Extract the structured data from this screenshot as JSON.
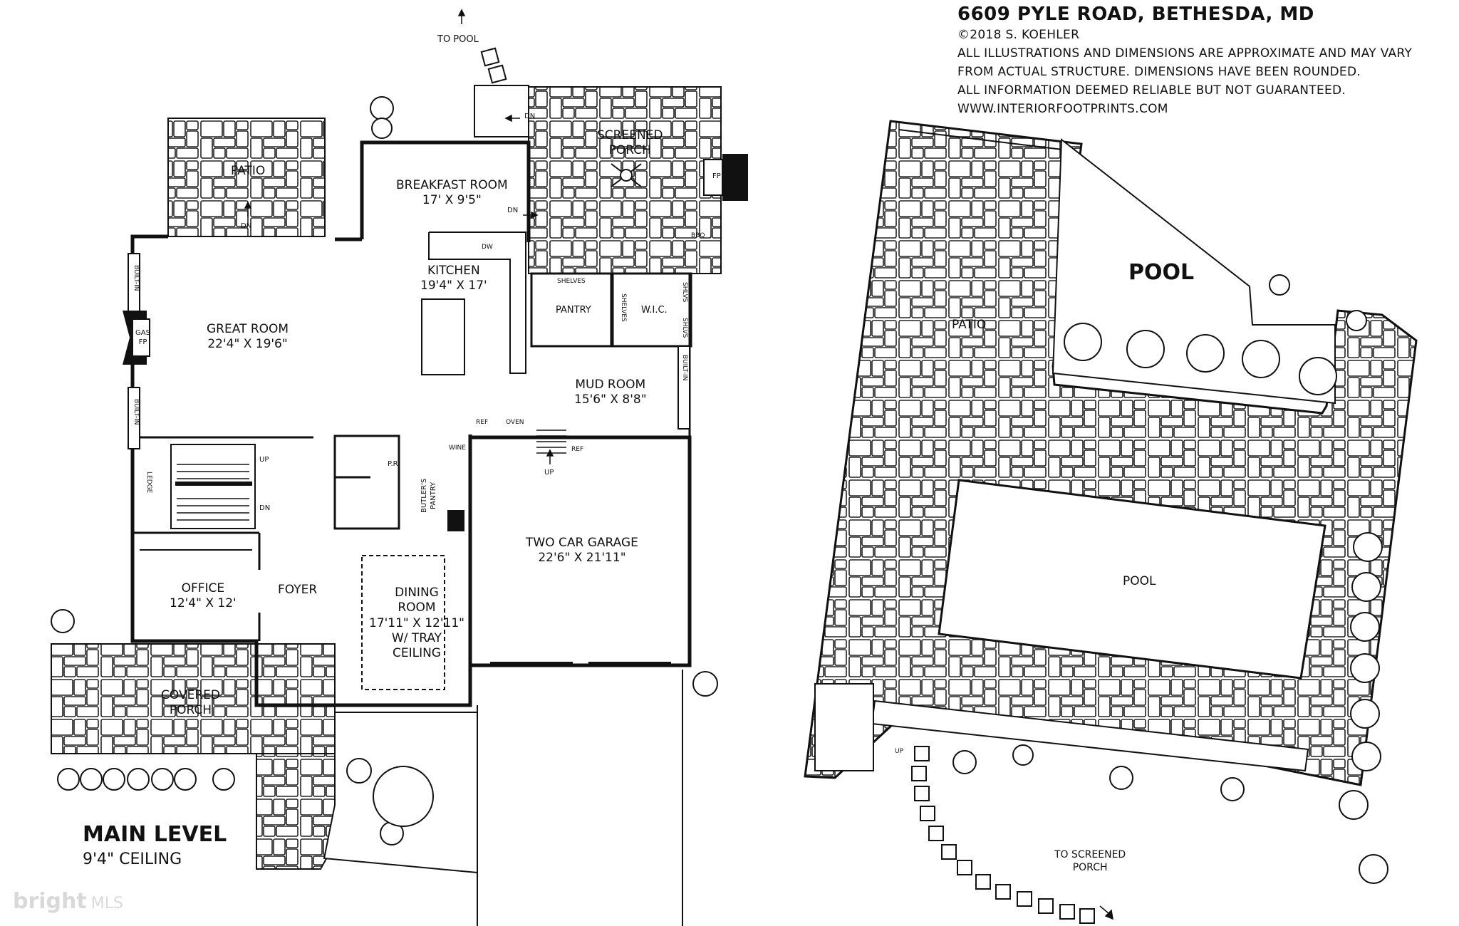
{
  "header": {
    "address": "6609 PYLE ROAD, BETHESDA, MD",
    "copyright": "©2018 S. KOEHLER",
    "disclaimer_1": "ALL ILLUSTRATIONS AND DIMENSIONS ARE APPROXIMATE AND MAY VARY",
    "disclaimer_2": "FROM ACTUAL STRUCTURE. DIMENSIONS HAVE BEEN ROUNDED.",
    "disclaimer_3": "ALL INFORMATION DEEMED RELIABLE BUT NOT GUARANTEED.",
    "website": "WWW.INTERIORFOOTPRINTS.COM"
  },
  "level": {
    "name": "MAIN LEVEL",
    "ceiling": "9'4\" CEILING"
  },
  "rooms": {
    "breakfast": {
      "name": "BREAKFAST ROOM",
      "dims": "17' X 9'5\""
    },
    "screened_porch": {
      "name_1": "SCREENED",
      "name_2": "PORCH"
    },
    "patio": {
      "name": "PATIO"
    },
    "kitchen": {
      "name": "KITCHEN",
      "dims": "19'4\" X 17'"
    },
    "great_room": {
      "name": "GREAT ROOM",
      "dims": "22'4\" X 19'6\""
    },
    "pantry": {
      "name": "PANTRY"
    },
    "wic": {
      "name": "W.I.C."
    },
    "mud_room": {
      "name": "MUD ROOM",
      "dims": "15'6\" X 8'8\""
    },
    "garage": {
      "name": "TWO CAR GARAGE",
      "dims": "22'6\" X 21'11\""
    },
    "office": {
      "name": "OFFICE",
      "dims": "12'4\" X 12'"
    },
    "foyer": {
      "name": "FOYER"
    },
    "dining": {
      "name_1": "DINING",
      "name_2": "ROOM",
      "dims": "17'11\" X 12'11\"",
      "note_1": "W/ TRAY",
      "note_2": "CEILING"
    },
    "covered_porch": {
      "name_1": "COVERED",
      "name_2": "PORCH"
    },
    "powder": {
      "name": "P.R."
    },
    "butlers_pantry": {
      "name_1": "BUTLER'S",
      "name_2": "PANTRY"
    }
  },
  "fixtures": {
    "to_pool": "TO POOL",
    "dn": "DN",
    "up": "UP",
    "fp": "FP",
    "gas_fp_1": "GAS",
    "gas_fp_2": "FP",
    "bbq": "BBQ",
    "dw": "DW",
    "shelves": "SHELVES",
    "shlvs": "SHLVS",
    "built_in": "BUILT-IN",
    "ledge": "LEDGE",
    "ref": "REF",
    "oven": "OVEN",
    "wine": "WINE"
  },
  "site": {
    "pool_title": "POOL",
    "patio": "PATIO",
    "pool": "POOL",
    "up": "UP",
    "to_screened_1": "TO SCREENED",
    "to_screened_2": "PORCH"
  },
  "watermark": {
    "brand": "bright",
    "suffix": "MLS"
  }
}
